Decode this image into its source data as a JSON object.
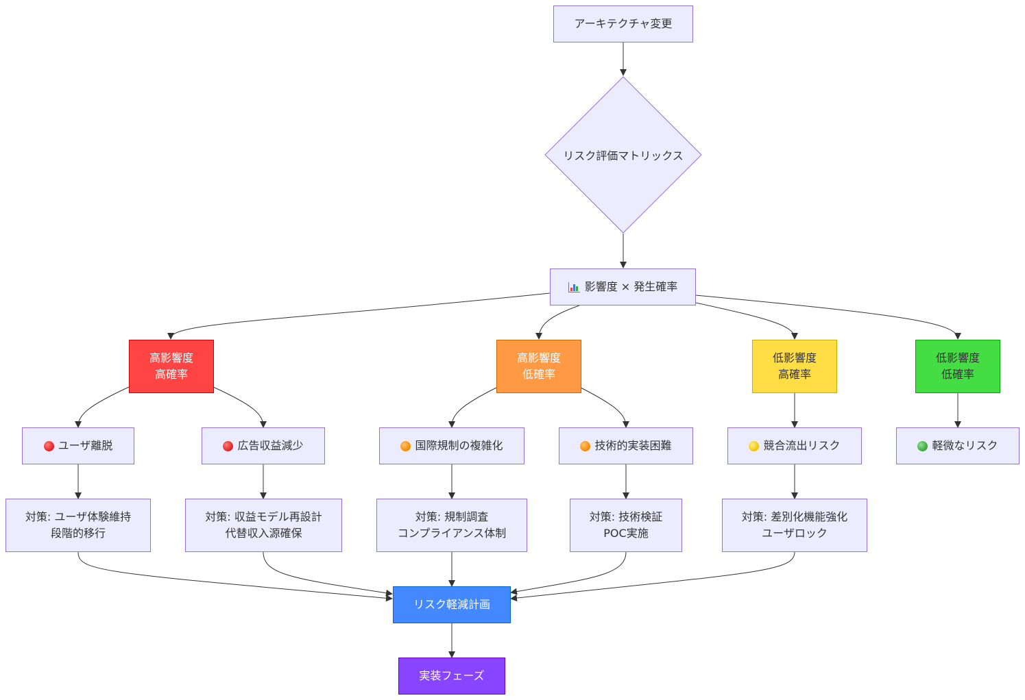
{
  "nodes": {
    "arch_change": "アーキテクチャ変更",
    "risk_matrix": "リスク評価マトリックス",
    "impact_probability": "影響度 × 発生確率",
    "high_high": "高影響度\n高確率",
    "high_low": "高影響度\n低確率",
    "low_high": "低影響度\n高確率",
    "low_low": "低影響度\n低確率",
    "user_churn": "ユーザ離脱",
    "ad_revenue": "広告収益減少",
    "intl_reg": "国際規制の複雑化",
    "tech_diff": "技術的実装困難",
    "competitor": "競合流出リスク",
    "minor_risk": "軽微なリスク",
    "cm_user": "対策: ユーザ体験維持\n段階的移行",
    "cm_revenue": "対策: 収益モデル再設計\n代替収入源確保",
    "cm_reg": "対策: 規制調査\nコンプライアンス体制",
    "cm_tech": "対策: 技術検証\nPOC実施",
    "cm_comp": "対策: 差別化機能強化\nユーザロック",
    "mitigation": "リスク軽減計画",
    "impl_phase": "実装フェーズ"
  },
  "icons": {
    "impact_probability": "bar-chart-icon",
    "red": "red-circle-icon",
    "orange": "orange-circle-icon",
    "yellow": "yellow-circle-icon",
    "green": "green-circle-icon"
  },
  "colors": {
    "default_fill": "#ECECFF",
    "default_stroke": "#9370DB",
    "high_high": "#FF4444",
    "high_low": "#FF9944",
    "low_high": "#FFDD44",
    "low_low": "#44DD44",
    "mitigation": "#4488FF",
    "impl_phase": "#8844FF",
    "edge": "#333333"
  }
}
